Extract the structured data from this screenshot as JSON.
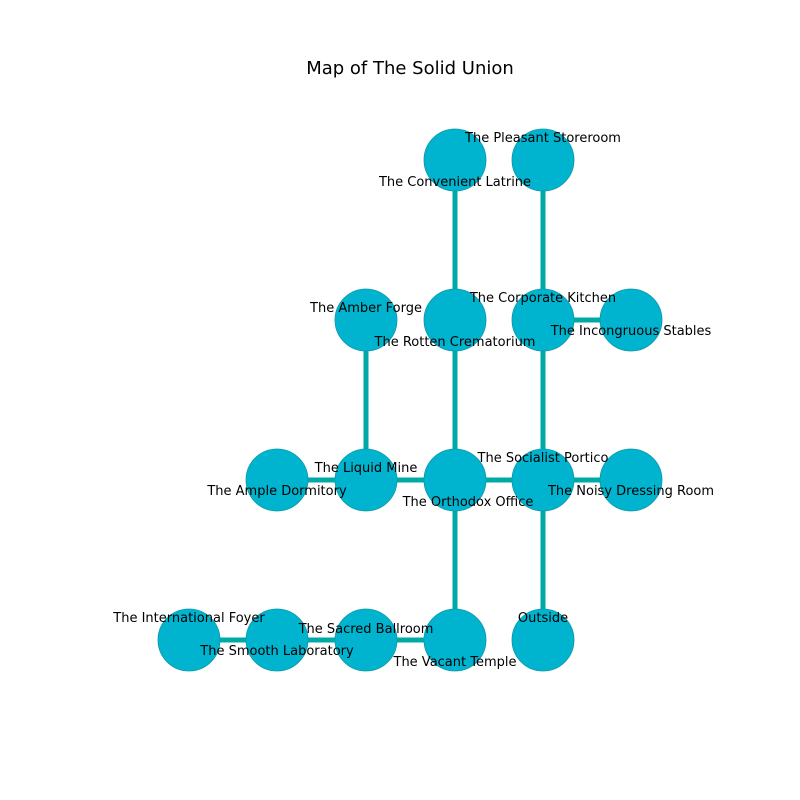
{
  "title": "Map of The Solid Union",
  "colors": {
    "node_fill": "#00b4cf",
    "node_stroke": "#0a9aa8",
    "edge": "#00a9a9"
  },
  "rooms": [
    {
      "id": "convenient-latrine",
      "label": "The Convenient Latrine",
      "col": 3,
      "row": 0
    },
    {
      "id": "pleasant-storeroom",
      "label": "The Pleasant Storeroom",
      "col": 4,
      "row": 0
    },
    {
      "id": "amber-forge",
      "label": "The Amber Forge",
      "col": 2,
      "row": 1
    },
    {
      "id": "rotten-crematorium",
      "label": "The Rotten Crematorium",
      "col": 3,
      "row": 1
    },
    {
      "id": "corporate-kitchen",
      "label": "The Corporate Kitchen",
      "col": 4,
      "row": 1
    },
    {
      "id": "incongruous-stables",
      "label": "The Incongruous Stables",
      "col": 5,
      "row": 1
    },
    {
      "id": "ample-dormitory",
      "label": "The Ample Dormitory",
      "col": 1,
      "row": 2
    },
    {
      "id": "liquid-mine",
      "label": "The Liquid Mine",
      "col": 2,
      "row": 2
    },
    {
      "id": "orthodox-office",
      "label": "The Orthodox Office",
      "col": 3,
      "row": 2
    },
    {
      "id": "socialist-portico",
      "label": "The Socialist Portico",
      "col": 4,
      "row": 2
    },
    {
      "id": "noisy-dressing-room",
      "label": "The Noisy Dressing Room",
      "col": 5,
      "row": 2
    },
    {
      "id": "international-foyer",
      "label": "The International Foyer",
      "col": 0,
      "row": 3
    },
    {
      "id": "smooth-laboratory",
      "label": "The Smooth Laboratory",
      "col": 1,
      "row": 3
    },
    {
      "id": "sacred-ballroom",
      "label": "The Sacred Ballroom",
      "col": 2,
      "row": 3
    },
    {
      "id": "vacant-temple",
      "label": "The Vacant Temple",
      "col": 3,
      "row": 3
    },
    {
      "id": "outside",
      "label": "Outside",
      "col": 4,
      "row": 3
    }
  ],
  "connections": [
    [
      "convenient-latrine",
      "rotten-crematorium"
    ],
    [
      "pleasant-storeroom",
      "corporate-kitchen"
    ],
    [
      "corporate-kitchen",
      "incongruous-stables"
    ],
    [
      "corporate-kitchen",
      "socialist-portico"
    ],
    [
      "amber-forge",
      "liquid-mine"
    ],
    [
      "rotten-crematorium",
      "orthodox-office"
    ],
    [
      "ample-dormitory",
      "liquid-mine"
    ],
    [
      "liquid-mine",
      "orthodox-office"
    ],
    [
      "orthodox-office",
      "socialist-portico"
    ],
    [
      "socialist-portico",
      "noisy-dressing-room"
    ],
    [
      "socialist-portico",
      "outside"
    ],
    [
      "orthodox-office",
      "vacant-temple"
    ],
    [
      "international-foyer",
      "smooth-laboratory"
    ],
    [
      "smooth-laboratory",
      "sacred-ballroom"
    ],
    [
      "sacred-ballroom",
      "vacant-temple"
    ]
  ]
}
